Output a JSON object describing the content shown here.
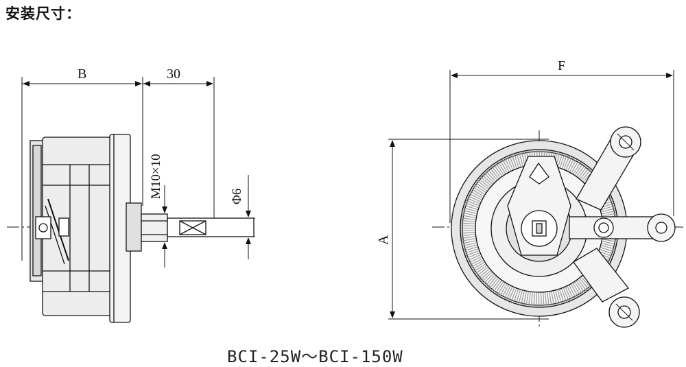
{
  "heading": "安装尺寸：",
  "model_range": "BCI-25W～BCI-150W",
  "dimensions": {
    "B": "B",
    "shaft_length": "30",
    "thread": "M10×10",
    "shaft_diameter": "Φ6",
    "F": "F",
    "A": "A"
  }
}
